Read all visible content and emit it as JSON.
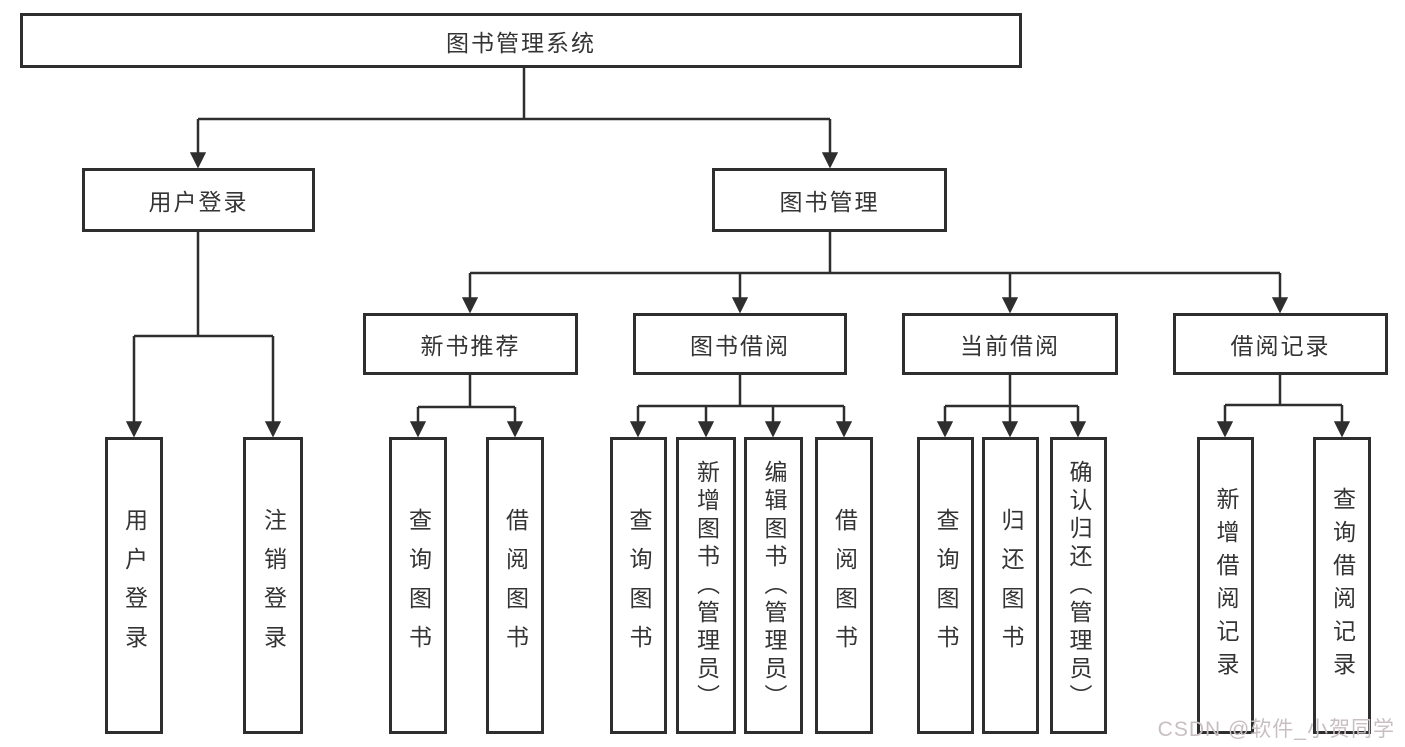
{
  "diagram": {
    "type": "hierarchy-tree",
    "title": "图书管理系统",
    "hierarchy": {
      "图书管理系统": {
        "用户登录": [
          "用户登录",
          "注销登录"
        ],
        "图书管理": {
          "新书推荐": [
            "查询图书",
            "借阅图书"
          ],
          "图书借阅": [
            "查询图书",
            "新增图书（管理员）",
            "编辑图书（管理员）",
            "借阅图书"
          ],
          "当前借阅": [
            "查询图书",
            "归还图书",
            "确认归还（管理员）"
          ],
          "借阅记录": [
            "新增借阅记录",
            "查询借阅记录"
          ]
        }
      }
    }
  },
  "nodes": {
    "root": {
      "label": "图书管理系统"
    },
    "user_login": {
      "label": "用户登录"
    },
    "book_mgmt": {
      "label": "图书管理"
    },
    "new_book_rec": {
      "label": "新书推荐"
    },
    "book_borrow": {
      "label": "图书借阅"
    },
    "current_borrow": {
      "label": "当前借阅"
    },
    "borrow_record": {
      "label": "借阅记录"
    },
    "leaf_user_login": {
      "label": "用户登录"
    },
    "leaf_logout": {
      "label": "注销登录"
    },
    "leaf_query_books_rec": {
      "label": "查询图书"
    },
    "leaf_borrow_books_rec": {
      "label": "借阅图书"
    },
    "leaf_query_books_borrow": {
      "label": "查询图书"
    },
    "leaf_add_books": {
      "label": "新增图书（管理员）"
    },
    "leaf_edit_books": {
      "label": "编辑图书（管理员）"
    },
    "leaf_borrow_books": {
      "label": "借阅图书"
    },
    "leaf_query_books_current": {
      "label": "查询图书"
    },
    "leaf_return_books": {
      "label": "归还图书"
    },
    "leaf_confirm_return": {
      "label": "确认归还（管理员）"
    },
    "leaf_add_borrow_record": {
      "label": "新增借阅记录"
    },
    "leaf_query_borrow_record": {
      "label": "查询借阅记录"
    }
  },
  "watermark": {
    "text": "CSDN @软件_小贺同学"
  },
  "colors": {
    "line": "#2e2e2e",
    "text": "#343434",
    "box_background": "#ffffff",
    "page_background": "#ffffff",
    "watermark": "#c9bfc2"
  }
}
